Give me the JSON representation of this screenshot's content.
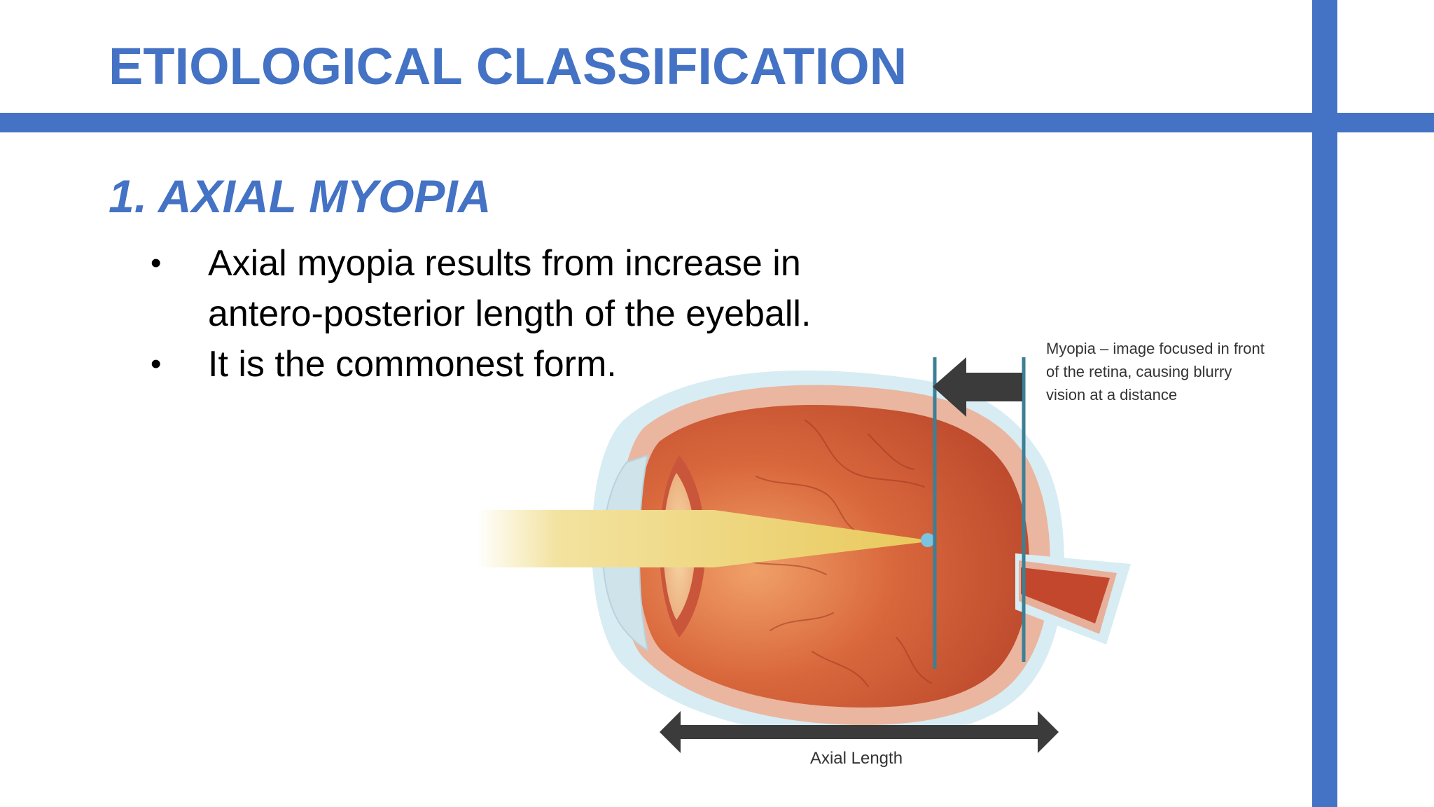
{
  "slide": {
    "title": "ETIOLOGICAL CLASSIFICATION",
    "section_heading": "1. AXIAL MYOPIA",
    "bullets": [
      "Axial myopia results from increase in antero-posterior length of the eyeball.",
      "It is the commonest form."
    ],
    "bullet_symbol": "•"
  },
  "diagram": {
    "caption_lines": [
      "Myopia – image focused in front",
      "of the retina, causing blurry",
      "vision at a distance"
    ],
    "axis_label": "Axial Length"
  },
  "colors": {
    "accent": "#4472c4",
    "body_text": "#000000",
    "eye_orange": "#d4603a",
    "eye_dark": "#b04428",
    "light_beam": "#f0d77a",
    "guide_line": "#3d7f95",
    "arrow_dark": "#3b3b3b"
  }
}
